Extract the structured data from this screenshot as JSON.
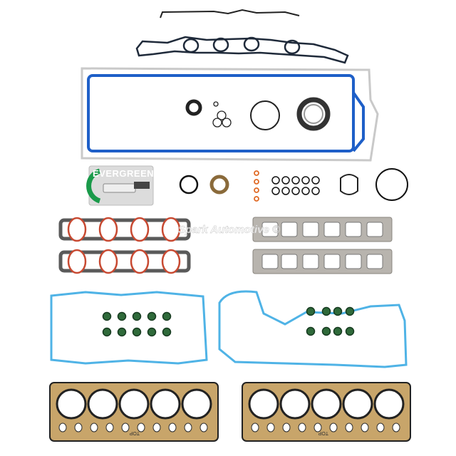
{
  "product": {
    "sealant_brand": "EVERGREEN",
    "watermark": "Spark Automotive ©",
    "head_gasket_mark": "TOP"
  },
  "colors": {
    "background": "#ffffff",
    "valve_cover_gasket": "#4fb3e6",
    "oil_pan_gasket": "#1e5fc8",
    "head_gasket": "#c8a56a",
    "intake_gasket": "#5a5a5a",
    "intake_seal": "#c84a32",
    "exhaust_gasket": "#b8b4ae",
    "valve_seal": "#2f6a3a",
    "o_ring": "#111111",
    "small_o_ring": "#e06a25",
    "brand_green": "#1a9a4a"
  }
}
